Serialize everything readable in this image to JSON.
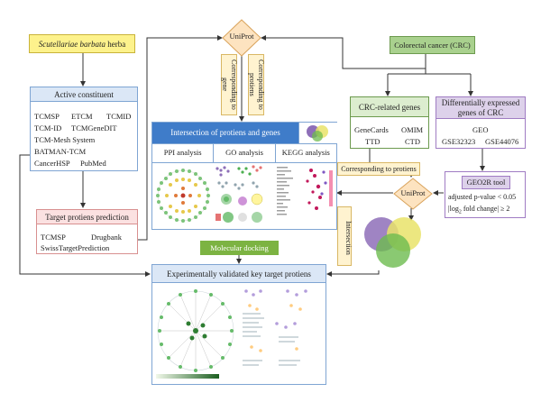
{
  "herb": {
    "name": "Scutellariae barbata",
    "suffix": " herba"
  },
  "active": {
    "title": "Active constituent",
    "row1": [
      "TCMSP",
      "ETCM",
      "TCMID"
    ],
    "row2": [
      "TCM-ID",
      "TCMGeneDIT"
    ],
    "row3": "TCM-Mesh System",
    "row4": "BATMAN-TCM",
    "row5": [
      "CancerHSP",
      "PubMed"
    ]
  },
  "target": {
    "title": "Target protiens prediction",
    "row1": [
      "TCMSP",
      "Drugbank"
    ],
    "row2": "SwissTargetPrediction"
  },
  "uniprot_top": "UniProt",
  "uniprot_mid": "UniProt",
  "corr_gene": "Corresponding to gene",
  "corr_prot_vert": "Corresponding to protiens",
  "crc": "Colorectal cancer (CRC)",
  "crc_genes": {
    "title": "CRC-related genes",
    "row1": [
      "GeneCards",
      "OMIM"
    ],
    "row2": [
      "TTD",
      "CTD"
    ]
  },
  "diff": {
    "title_l1": "Differentially expressed",
    "title_l2": "genes of CRC",
    "row1": "GEO",
    "row2": [
      "GSE32323",
      "GSE44076"
    ]
  },
  "geo2r": {
    "title": "GEO2R tool",
    "l1": "adjusted p-value < 0.05",
    "l2_pre": "|log",
    "l2_sub": "2",
    "l2_post": " fold change| ≥ 2"
  },
  "intersection_hdr": "Intersection of protiens and genes",
  "analysis": [
    "PPI analysis",
    "GO analysis",
    "KEGG analysis"
  ],
  "corr_prot_h": "Corresponding to protiens",
  "intersection_vert": "Intersection",
  "docking": "Molecular docking",
  "validated": "Experimentally validated key target protiens",
  "colors": {
    "herb_fill": "#fdf28c",
    "herb_border": "#c9b33a",
    "active_hdr": "#dbe7f6",
    "blue_border": "#7fa5d3",
    "target_hdr": "#fbe1e1",
    "target_border": "#d89090",
    "crc_fill": "#a9d18e",
    "crc_border": "#6c9a4e",
    "green_hdr": "#dcedcf",
    "purple_hdr": "#ddd1ea",
    "purple_border": "#a07cc3",
    "diamond": "#fde3c0",
    "diamond_border": "#d9a35b",
    "note_fill": "#fff3d0",
    "note_border": "#d9b764",
    "bar_blue": "#3f7cc9",
    "docking": "#7cb342"
  }
}
